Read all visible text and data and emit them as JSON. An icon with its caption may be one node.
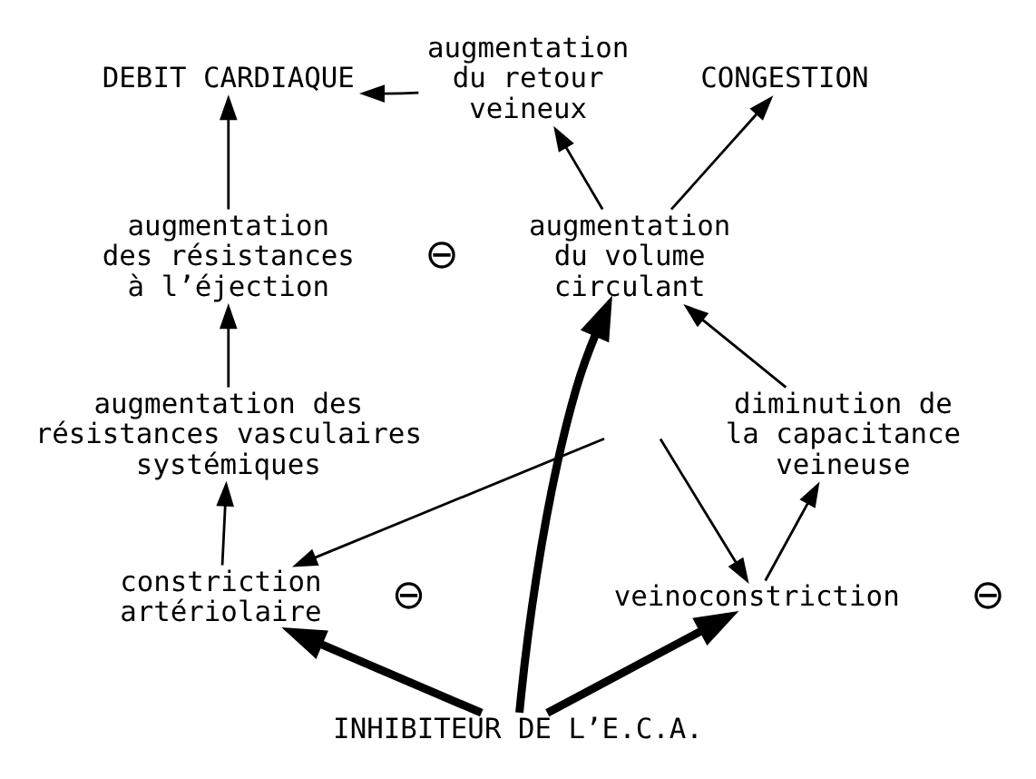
{
  "diagram": {
    "nodes": [
      {
        "text": [
          "DEBIT CARDIAQUE"
        ]
      },
      {
        "text": [
          "augmentation du retour veineux"
        ]
      },
      {
        "text": [
          "CONGESTION"
        ]
      },
      {
        "text": [
          "augmentation des résistances à l’éjection"
        ]
      },
      {
        "text": [
          "augmentation du volume circulant"
        ]
      },
      {
        "text": [
          "augmentation des résistances vasculaires systémiques"
        ]
      },
      {
        "text": [
          "diminution de la capacitance veineuse"
        ]
      },
      {
        "text": [
          "constriction artériolaire"
        ]
      },
      {
        "text": [
          "veinoconstriction"
        ]
      },
      {
        "text": [
          "INHIBITEUR DE L’E.C.A."
        ]
      }
    ],
    "edges": [
      {
        "from": 1,
        "to": 0,
        "arrow": "to"
      },
      {
        "from": 3,
        "to": 0,
        "arrow": "to"
      },
      {
        "from": 4,
        "to": 1,
        "arrow": "to"
      },
      {
        "from": 4,
        "to": 2,
        "arrow": "to"
      },
      {
        "from": 5,
        "to": 3,
        "arrow": "to"
      },
      {
        "from": 6,
        "to": 4,
        "arrow": "to"
      },
      {
        "from": 7,
        "to": 5,
        "arrow": "to"
      },
      {
        "from": 8,
        "to": 6,
        "arrow": "to"
      },
      {
        "from": null,
        "to": 7,
        "arrow": "to"
      },
      {
        "from": null,
        "to": 8,
        "arrow": "to"
      },
      {
        "from": 9,
        "to": 7,
        "arrow": "to",
        "style": "thick"
      },
      {
        "from": 9,
        "to": 4,
        "arrow": "to",
        "style": "thick"
      },
      {
        "from": 9,
        "to": 8,
        "arrow": "to",
        "style": "thick"
      }
    ],
    "labels": [
      "⊖",
      "⊖",
      "⊖"
    ]
  }
}
